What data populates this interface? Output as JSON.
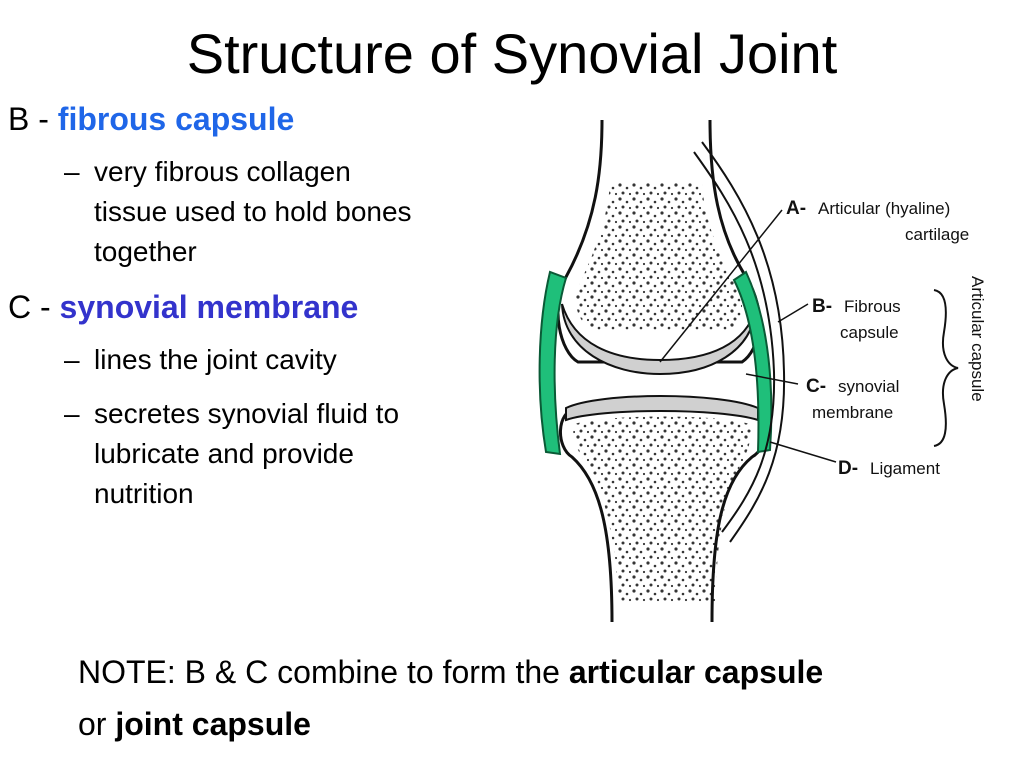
{
  "title": "Structure of Synovial Joint",
  "bullets": {
    "b": {
      "prefix": "B - ",
      "term": "fibrous capsule",
      "subs": [
        "very fibrous collagen",
        "tissue used to hold bones",
        "together"
      ]
    },
    "c": {
      "prefix": "C - ",
      "term": "synovial membrane",
      "sub1": "lines the joint cavity",
      "sub2": [
        "secretes synovial fluid to",
        "lubricate and provide",
        "nutrition"
      ]
    }
  },
  "note": {
    "text1": "NOTE: B & C combine to form the ",
    "bold1": "articular capsule",
    "text2": "or ",
    "bold2": "joint capsule"
  },
  "diagram": {
    "labels": {
      "a_key": "A-",
      "a_line1": "Articular (hyaline)",
      "a_line2": "cartilage",
      "b_key": "B-",
      "b_line1": "Fibrous",
      "b_line2": "capsule",
      "c_key": "C-",
      "c_line1": "synovial",
      "c_line2": "membrane",
      "d_key": "D-",
      "d_line1": "Ligament",
      "capsule_vertical": "Articular capsule"
    },
    "colors": {
      "membrane_fill": "#1fbf7a",
      "membrane_stroke": "#0a5a36",
      "cartilage_fill": "#d0d0d0"
    }
  },
  "colors": {
    "term_blue": "#1f66e8",
    "term_purple": "#3333cc"
  }
}
